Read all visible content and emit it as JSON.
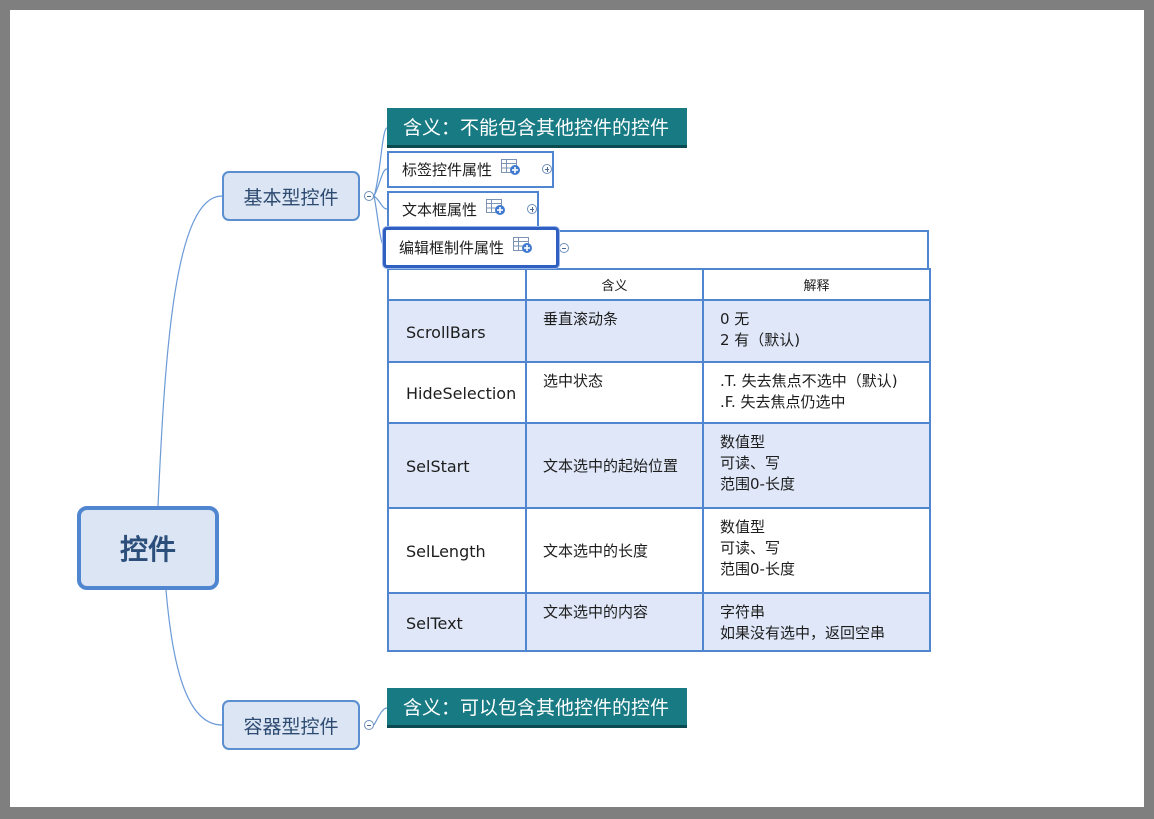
{
  "root": {
    "label": "控件"
  },
  "branches": [
    {
      "label": "基本型控件",
      "note": "含义：不能包含其他控件的控件",
      "children": [
        {
          "label": "标签控件属性",
          "icon": "table-add-icon",
          "state": "collapsed"
        },
        {
          "label": "文本框属性",
          "icon": "table-add-icon",
          "state": "collapsed"
        },
        {
          "label": "编辑框制件属性",
          "icon": "table-add-icon",
          "state": "expanded"
        }
      ]
    },
    {
      "label": "容器型控件",
      "note": "含义：可以包含其他控件的控件"
    }
  ],
  "props_table": {
    "headers": [
      "",
      "含义",
      "解释"
    ],
    "rows": [
      {
        "name": "ScrollBars",
        "meaning": "垂直滚动条",
        "explain": [
          "0 无",
          "2 有（默认)"
        ]
      },
      {
        "name": "HideSelection",
        "meaning": "选中状态",
        "explain": [
          ".T. 失去焦点不选中（默认)",
          ".F. 失去焦点仍选中"
        ]
      },
      {
        "name": "SelStart",
        "meaning": "文本选中的起始位置",
        "explain": [
          "数值型",
          "可读、写",
          "范围0-长度"
        ]
      },
      {
        "name": "SelLength",
        "meaning": "文本选中的长度",
        "explain": [
          "数值型",
          "可读、写",
          "范围0-长度"
        ]
      },
      {
        "name": "SelText",
        "meaning": "文本选中的内容",
        "explain": [
          "字符串",
          "如果没有选中，返回空串"
        ]
      }
    ]
  },
  "colors": {
    "node_fill": "#dbe5f3",
    "node_border": "#4f86cf",
    "note_fill": "#187a83",
    "row_shade": "#dfe7f8"
  }
}
